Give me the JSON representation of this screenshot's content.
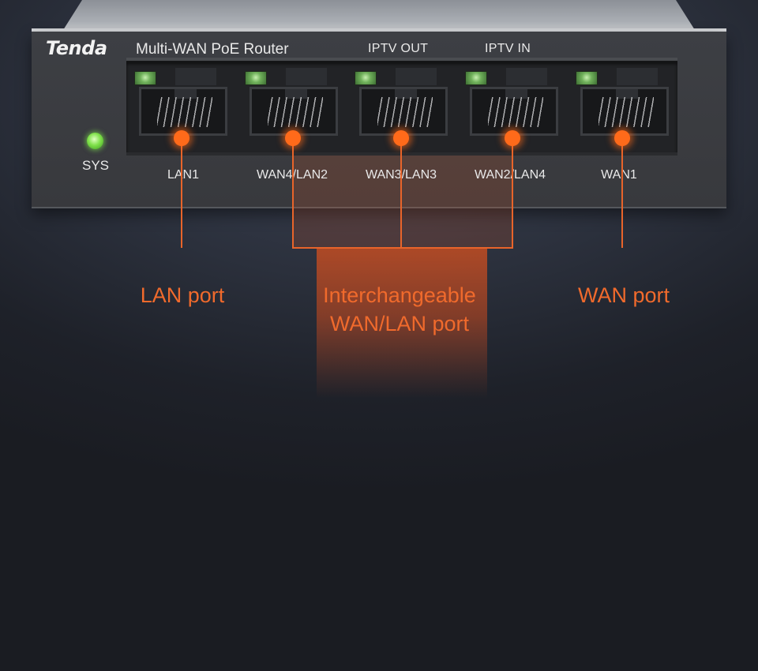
{
  "router": {
    "brand": "Tenda",
    "model": "Multi-WAN PoE Router",
    "iptv_out": "IPTV OUT",
    "iptv_in": "IPTV IN",
    "sys_label": "SYS"
  },
  "ports": [
    {
      "label": "LAN1"
    },
    {
      "label": "WAN4/LAN2"
    },
    {
      "label": "WAN3/LAN3"
    },
    {
      "label": "WAN2/LAN4"
    },
    {
      "label": "WAN1"
    }
  ],
  "captions": {
    "lan": "LAN port",
    "interchangeable_line1": "Interchangeable",
    "interchangeable_line2": "WAN/LAN port",
    "wan": "WAN port"
  },
  "colors": {
    "accent": "#f06a2c",
    "led_green": "#7fe14a"
  }
}
